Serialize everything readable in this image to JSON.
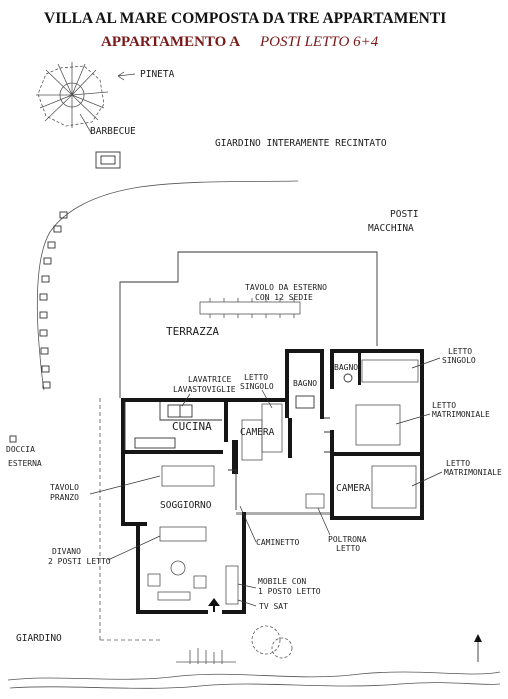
{
  "header": {
    "line1": "VILLA AL MARE COMPOSTA DA TRE APPARTAMENTI",
    "line2a": "APPARTAMENTO A",
    "line2b": "POSTI LETTO 6+4"
  },
  "labels": {
    "pineta": "PINETA",
    "barbecue": "BARBECUE",
    "giardino_recintato": "GIARDINO INTERAMENTE RECINTATO",
    "posti": "POSTI",
    "macchina": "MACCHINA",
    "tavolo_esterno_1": "TAVOLO DA ESTERNO",
    "tavolo_esterno_2": "CON 12 SEDIE",
    "terrazza": "TERRAZZA",
    "letto_singolo_a_1": "LETTO",
    "letto_singolo_a_2": "SINGOLO",
    "letto_singolo_b_1": "LETTO",
    "letto_singolo_b_2": "SINGOLO",
    "lavatrice": "LAVATRICE",
    "lavastoviglie": "LAVASTOVIGLIE",
    "bagno_1": "BAGNO",
    "bagno_2": "BAGNO",
    "letto_matrimoniale_a_1": "LETTO",
    "letto_matrimoniale_a_2": "MATRIMONIALE",
    "letto_matrimoniale_b_1": "LETTO",
    "letto_matrimoniale_b_2": "MATRIMONIALE",
    "cucina": "CUCINA",
    "camera_1": "CAMERA",
    "camera_2": "CAMERA",
    "doccia_1": "DOCCIA",
    "doccia_2": "ESTERNA",
    "tavolo_pranzo_1": "TAVOLO",
    "tavolo_pranzo_2": "PRANZO",
    "soggiorno": "SOGGIORNO",
    "divano_1": "DIVANO",
    "divano_2": "2 POSTI LETTO",
    "caminetto": "CAMINETTO",
    "poltrona_1": "POLTRONA",
    "poltrona_2": "LETTO",
    "mobile_1": "MOBILE CON",
    "mobile_2": "1 POSTO LETTO",
    "tv_sat": "TV SAT",
    "giardino": "GIARDINO"
  }
}
